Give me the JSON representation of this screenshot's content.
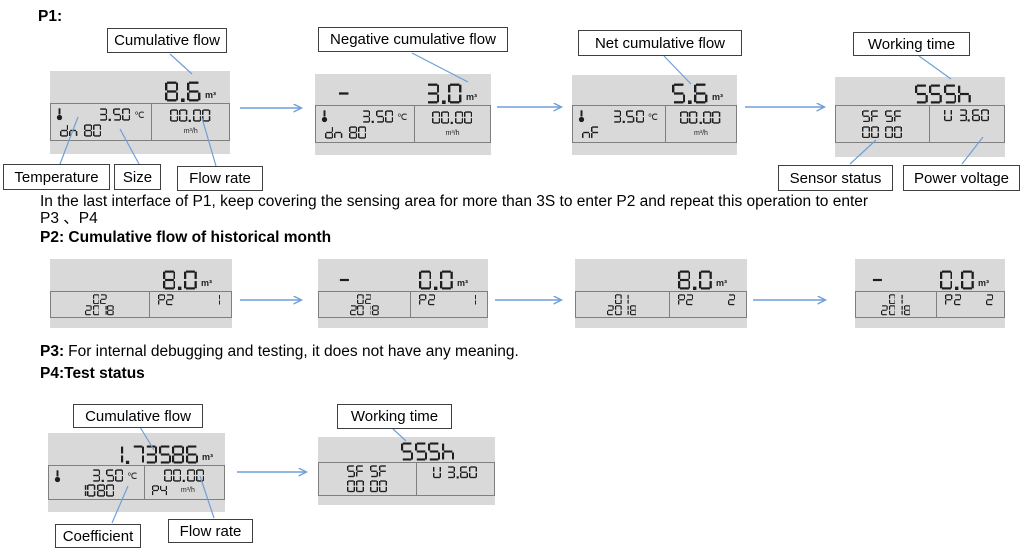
{
  "colors": {
    "arrow_blue": "#6f9fd8",
    "lcd_segment": "#1d1d1d",
    "display_background": "#d9d9d9",
    "display_line": "#7f7f7f",
    "callout_border": "#3f3f3f"
  },
  "text": {
    "p1_heading": "P1:",
    "p1_note_line1": "In the last interface of P1, keep covering the sensing area for more than 3S to enter P2 and repeat this operation to enter",
    "p1_note_line2": "P3 、P4",
    "p2_heading": "P2:  Cumulative flow of historical month",
    "p3_prefix": "P3:",
    "p3_body": "For internal debugging and testing, it does not have any meaning.",
    "p4_heading": "P4:Test status"
  },
  "callouts": {
    "cumulative_flow_p1": "Cumulative flow",
    "negative_cumulative_flow": "Negative cumulative flow",
    "net_cumulative_flow": "Net cumulative flow",
    "working_time_p1": "Working time",
    "temperature": "Temperature",
    "size": "Size",
    "flow_rate_p1": "Flow rate",
    "sensor_status": "Sensor status",
    "power_voltage": "Power voltage",
    "cumulative_flow_p4": "Cumulative flow",
    "working_time_p4": "Working time",
    "coefficient": "Coefficient",
    "flow_rate_p4": "Flow rate"
  },
  "lcd": {
    "p1": [
      {
        "sign": "",
        "value": "8.6",
        "unit": "m³",
        "temp": "3.50",
        "temp_unit": "℃",
        "size": "dn 80",
        "flow": "00.00",
        "flow_unit": "m³/h"
      },
      {
        "sign": "-",
        "value": "3.0",
        "unit": "m³",
        "temp": "3.50",
        "temp_unit": "℃",
        "size": "dn 80",
        "flow": "00.00",
        "flow_unit": "m³/h"
      },
      {
        "sign": "",
        "value": "5.6",
        "unit": "m³",
        "temp": "3.50",
        "temp_unit": "℃",
        "size": "nF",
        "flow": "00.00",
        "flow_unit": "m³/h"
      },
      {
        "value": "555h",
        "sensor_line1": "SF SF",
        "sensor_line2": "00 00",
        "voltage": "U 3.60"
      }
    ],
    "p2": [
      {
        "sign": "",
        "value": "8.0",
        "unit": "m³",
        "month": "02",
        "year": "2018",
        "mode": "P2",
        "page": "1"
      },
      {
        "sign": "-",
        "value": "0.0",
        "unit": "m³",
        "month": "02",
        "year": "2018",
        "mode": "P2",
        "page": "1"
      },
      {
        "sign": "",
        "value": "8.0",
        "unit": "m³",
        "month": "01",
        "year": "2018",
        "mode": "P2",
        "page": "2"
      },
      {
        "sign": "-",
        "value": "0.0",
        "unit": "m³",
        "month": "01",
        "year": "2018",
        "mode": "P2",
        "page": "2"
      }
    ],
    "p4": [
      {
        "sign": "",
        "value": "1.73586",
        "unit": "m³",
        "temp": "3.50",
        "temp_unit": "℃",
        "coefficient": "1080",
        "flow": "00.00",
        "mode": "P4",
        "flow_unit": "m³/h"
      },
      {
        "value": "555h",
        "sensor_line1": "SF SF",
        "sensor_line2": "00 00",
        "voltage": "U 3.60"
      }
    ]
  }
}
